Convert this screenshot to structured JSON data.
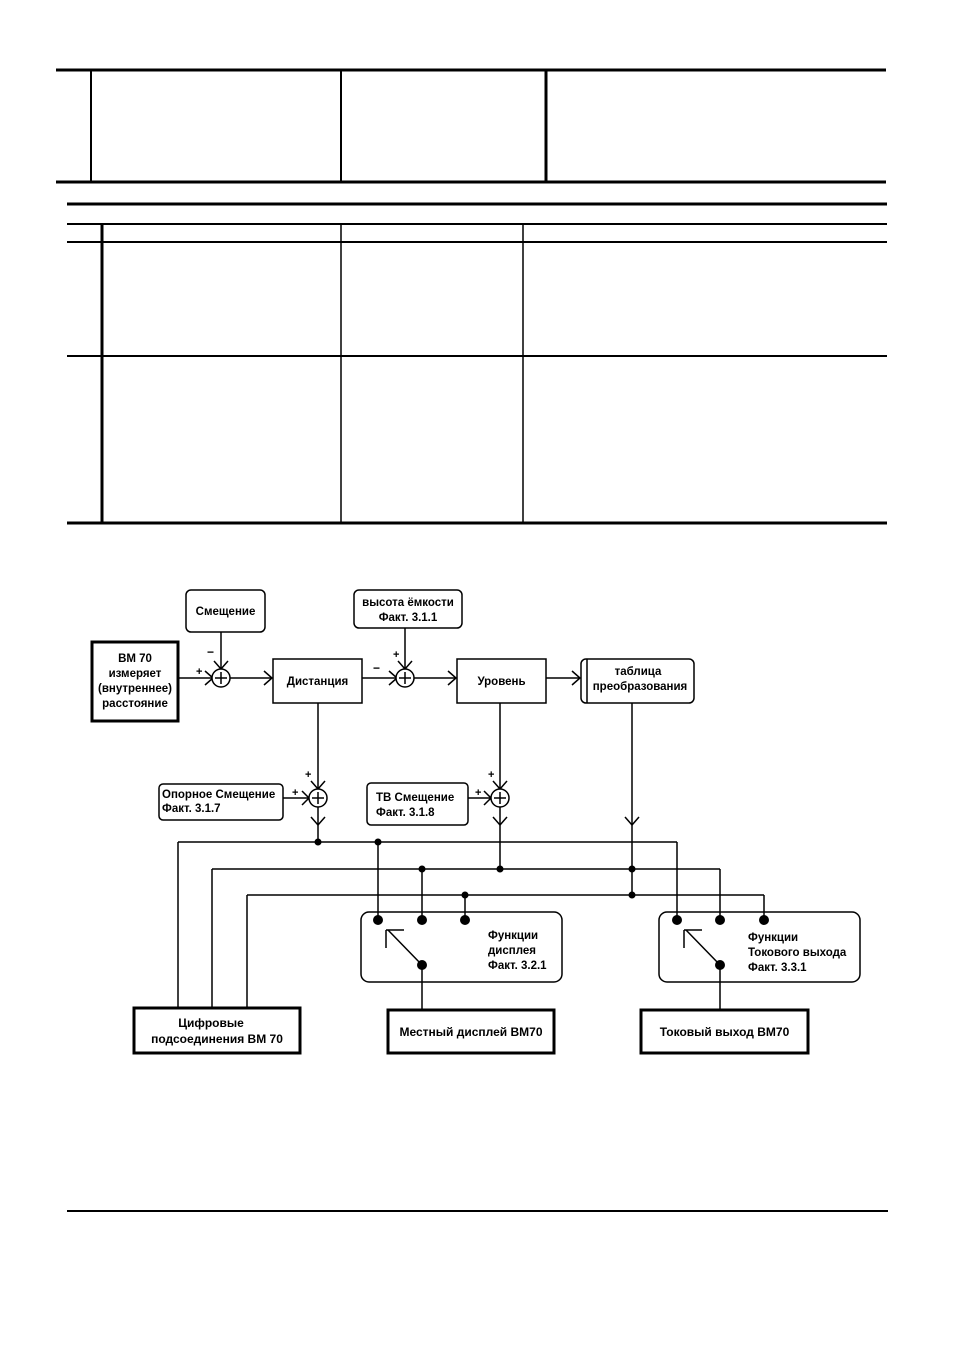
{
  "diagram": {
    "blocks": {
      "bm70_measures": [
        "BM 70",
        "измеряет",
        "(внутреннее)",
        "расстояние"
      ],
      "offset": "Смещение",
      "tank_height": [
        "высота ёмкости",
        "Факт. 3.1.1"
      ],
      "distance": "Дистанция",
      "level": "Уровень",
      "conversion_table": [
        "таблица",
        "преобразования"
      ],
      "reference_offset": [
        "Опорное Смещение",
        "Факт. 3.1.7"
      ],
      "tb_offset": [
        "ТВ Смещение",
        "Факт. 3.1.8"
      ],
      "display_functions": [
        "Функции",
        "дисплея",
        "Факт. 3.2.1"
      ],
      "current_output_functions": [
        "Функции",
        "Токового выхода",
        "Факт. 3.3.1"
      ],
      "digital_connections": [
        "Цифровые",
        "подсоединения BM 70"
      ],
      "local_display": "Местный дисплей BM70",
      "current_output": "Токовый выход BM70"
    },
    "signs": {
      "plus": "+",
      "minus": "−"
    }
  }
}
